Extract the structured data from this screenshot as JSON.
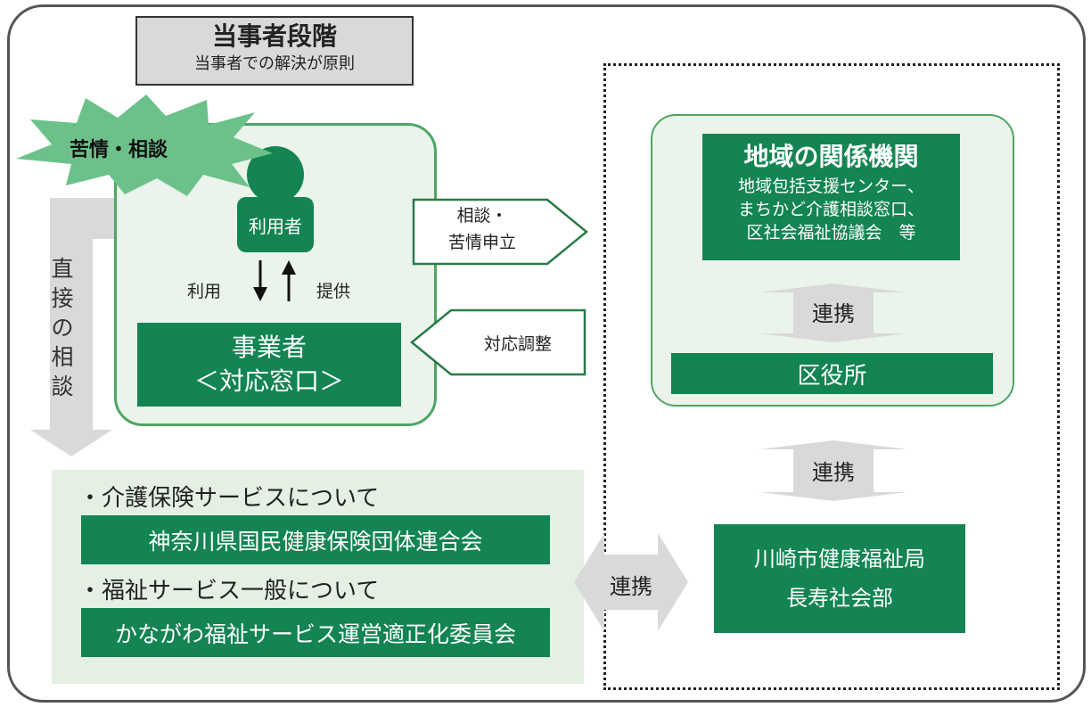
{
  "stage": {
    "title": "当事者段階",
    "subtitle": "当事者での解決が原則"
  },
  "burst": {
    "label": "苦情・相談"
  },
  "user": {
    "label": "利用者"
  },
  "use_label": "利用",
  "provide_label": "提供",
  "direct": {
    "chars": [
      "直",
      "接",
      "の",
      "相",
      "談"
    ]
  },
  "business": {
    "line1": "事業者",
    "line2": "＜対応窓口＞"
  },
  "complaint_arrow": {
    "line1": "相談・",
    "line2": "苦情申立"
  },
  "adjust_arrow": {
    "label": "対応調整"
  },
  "regional": {
    "title": "地域の関係機関",
    "lines": [
      "地域包括支援センター、",
      "まちかど介護相談窓口、",
      "区社会福祉協議会　等"
    ]
  },
  "renkei_1": "連携",
  "renkei_2": "連携",
  "renkei_3": "連携",
  "ward_office": "区役所",
  "city": {
    "line1": "川崎市健康福祉局",
    "line2": "長寿社会部"
  },
  "bullets": [
    {
      "text": "・介護保険サービスについて",
      "org": "神奈川県国民健康保険団体連合会"
    },
    {
      "text": "・福祉サービス一般について",
      "org": "かながわ福祉サービス運営適正化委員会"
    }
  ],
  "colors": {
    "dark_green": "#138452",
    "light_green": "#eaf4ea",
    "burst_green": "#6cc18a",
    "gray_arrow": "#d9d9d9"
  }
}
